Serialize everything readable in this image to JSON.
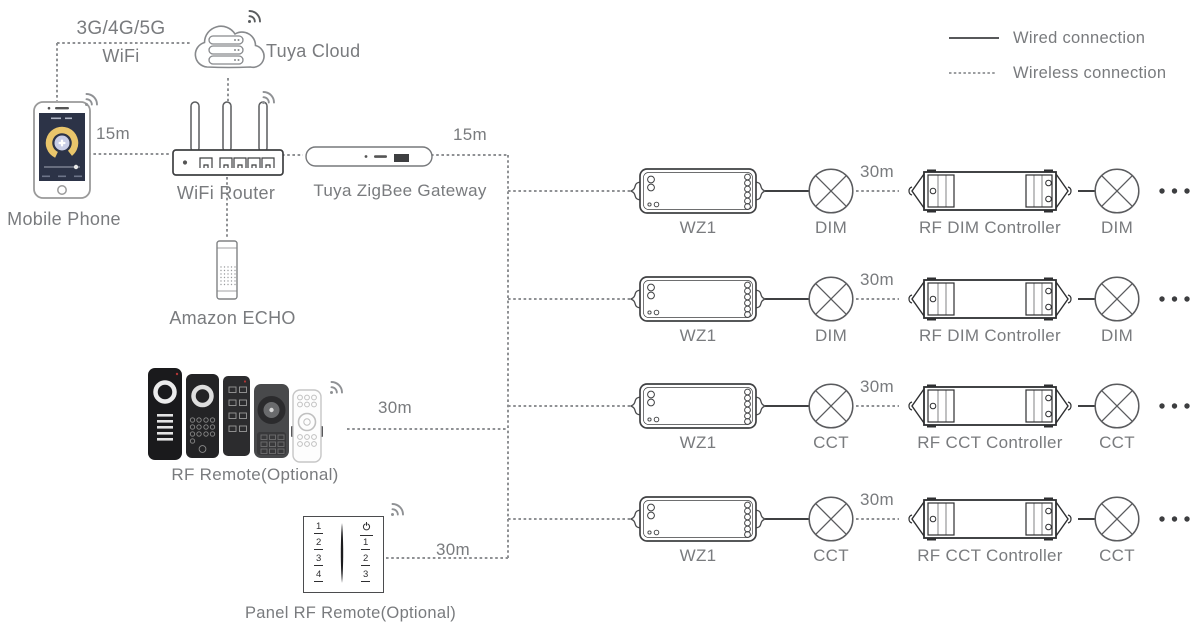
{
  "legend": {
    "wired": "Wired connection",
    "wireless": "Wireless connection"
  },
  "cloud": {
    "label": "Tuya Cloud",
    "network": "3G/4G/5G",
    "wifi": "WiFi"
  },
  "phone": {
    "label": "Mobile Phone",
    "distance_to_router": "15m"
  },
  "router": {
    "label": "WiFi Router"
  },
  "gateway": {
    "label": "Tuya ZigBee Gateway",
    "distance_to_trunk": "15m"
  },
  "echo": {
    "label": "Amazon ECHO"
  },
  "rf_remote": {
    "label": "RF Remote(Optional)",
    "distance": "30m"
  },
  "panel_remote": {
    "label": "Panel RF Remote(Optional)",
    "distance": "30m",
    "left_buttons": [
      "1",
      "2",
      "3",
      "4"
    ],
    "right_buttons": [
      "1",
      "2",
      "3"
    ]
  },
  "rows": [
    {
      "receiver": "WZ1",
      "lamp1": "DIM",
      "distance": "30m",
      "controller": "RF DIM Controller",
      "lamp2": "DIM"
    },
    {
      "receiver": "WZ1",
      "lamp1": "DIM",
      "distance": "30m",
      "controller": "RF DIM Controller",
      "lamp2": "DIM"
    },
    {
      "receiver": "WZ1",
      "lamp1": "CCT",
      "distance": "30m",
      "controller": "RF CCT Controller",
      "lamp2": "CCT"
    },
    {
      "receiver": "WZ1",
      "lamp1": "CCT",
      "distance": "30m",
      "controller": "RF CCT Controller",
      "lamp2": "CCT"
    }
  ],
  "icons": {
    "wireless": "signal-arcs",
    "lamp": "circle-with-cross",
    "ellipsis": "three-dots",
    "power": "power-symbol"
  },
  "colors": {
    "text_gray": "#797b7e",
    "line_dark": "#3f4042",
    "line_light": "#8f9194",
    "gold_arc": "#e9c56b",
    "phone_screen": "#2c3347"
  }
}
